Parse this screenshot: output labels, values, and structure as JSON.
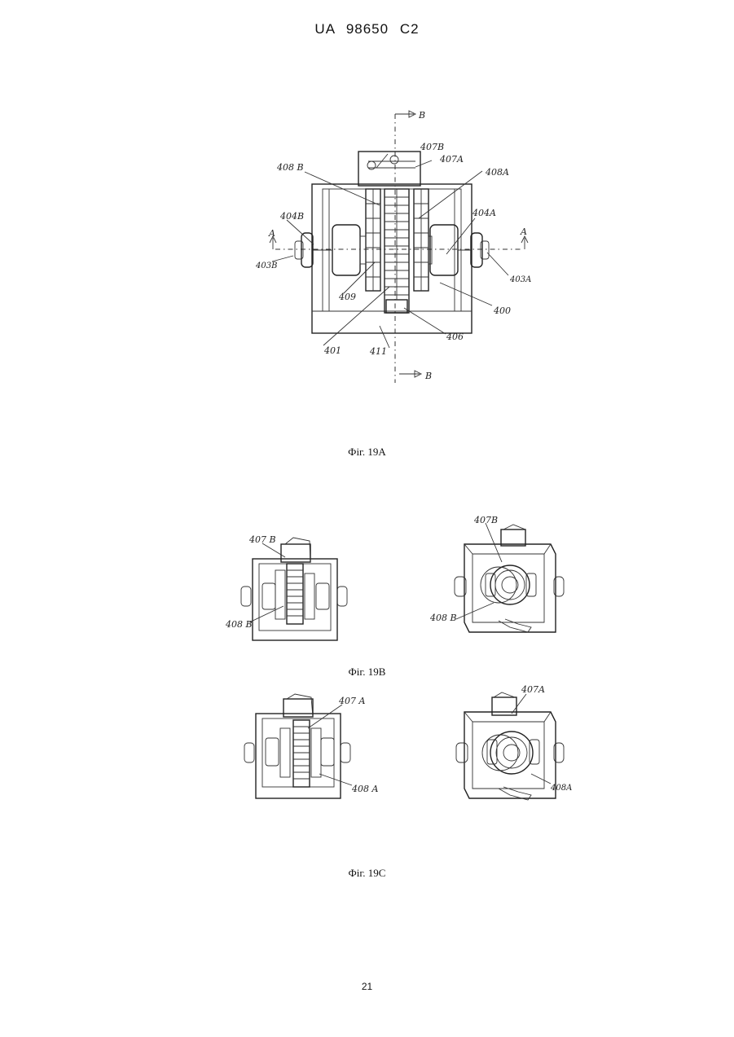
{
  "header": {
    "patent_number": "UA   98650   C2"
  },
  "figures": {
    "fig19a": {
      "caption": "Фіг. 19А",
      "labels": {
        "l407B": "407B",
        "l407A": "407A",
        "l408B": "408 B",
        "l408A": "408A",
        "l404B": "404B",
        "l404A": "404A",
        "l403B": "403B",
        "l403A": "403A",
        "l409": "409",
        "l400": "400",
        "l406": "406",
        "l401": "401",
        "l411": "411",
        "sectA_left": "A",
        "sectA_right": "A",
        "sectB_top": "B",
        "sectB_bottom": "B"
      }
    },
    "fig19b": {
      "caption": "Фіг. 19В",
      "labels": {
        "left407B": "407 B",
        "left408B": "408 B",
        "right407B": "407B",
        "right408B": "408 B"
      }
    },
    "fig19c": {
      "caption": "Фіг. 19С",
      "labels": {
        "left407A": "407 A",
        "left408A": "408 A",
        "right407A": "407A",
        "right408A": "408A"
      }
    }
  },
  "page_number": "21"
}
